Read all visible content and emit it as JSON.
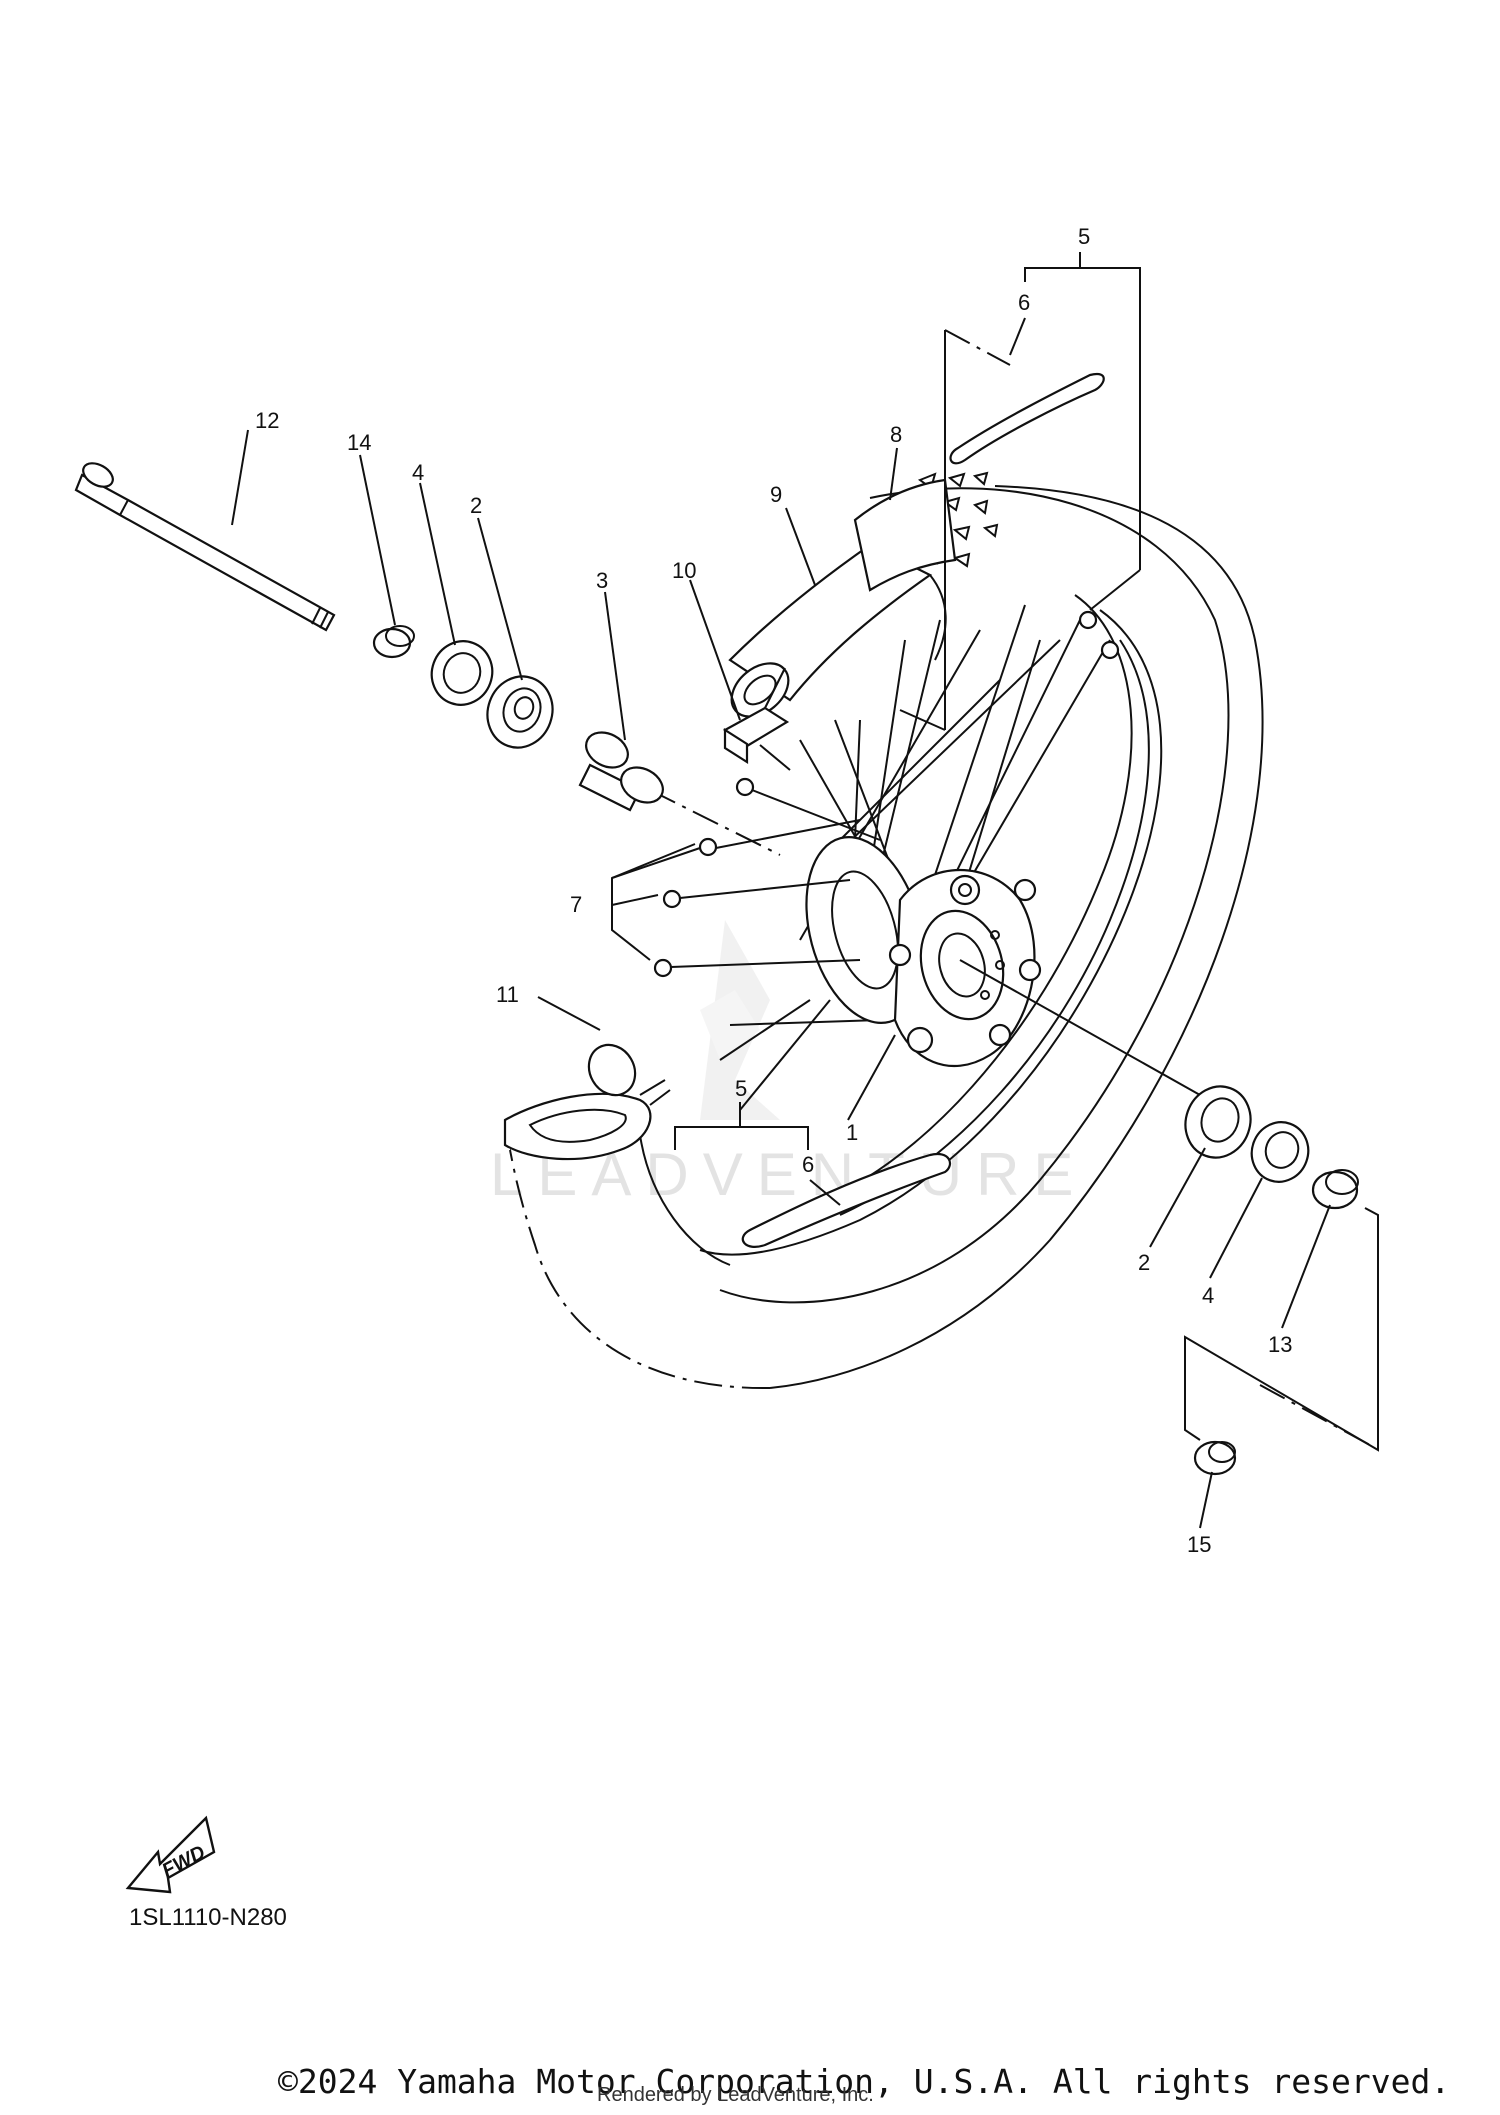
{
  "diagram": {
    "callouts": {
      "c1": "1",
      "c2a": "2",
      "c2b": "2",
      "c3": "3",
      "c4a": "4",
      "c4b": "4",
      "c5a": "5",
      "c5b": "5",
      "c6a": "6",
      "c6b": "6",
      "c7": "7",
      "c8": "8",
      "c9": "9",
      "c10": "10",
      "c11": "11",
      "c12": "12",
      "c13": "13",
      "c14": "14",
      "c15": "15"
    },
    "fwd_label": "FWD",
    "watermark": "LEADVENTURE",
    "diagram_code": "1SL1110-N280"
  },
  "footer": {
    "copyright": "©2024 Yamaha Motor Corporation, U.S.A. All rights reserved.",
    "rendered_by": "Rendered by LeadVenture, Inc."
  },
  "colors": {
    "line": "#111111",
    "background": "#ffffff",
    "watermark": "#e3e3e3"
  }
}
